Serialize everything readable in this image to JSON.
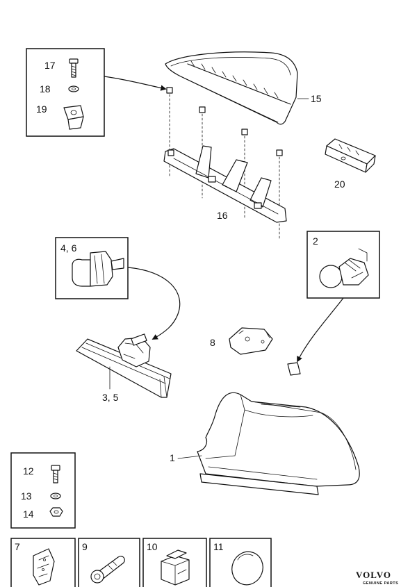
{
  "labels": {
    "p1": "1",
    "p2": "2",
    "p3_5": "3, 5",
    "p4_6": "4, 6",
    "p7": "7",
    "p8": "8",
    "p9": "9",
    "p10": "10",
    "p11": "11",
    "p12": "12",
    "p13": "13",
    "p14": "14",
    "p15": "15",
    "p16": "16",
    "p17": "17",
    "p18": "18",
    "p19": "19",
    "p20": "20"
  },
  "brand": {
    "name": "VOLVO",
    "tagline": "GENUINE PARTS"
  }
}
